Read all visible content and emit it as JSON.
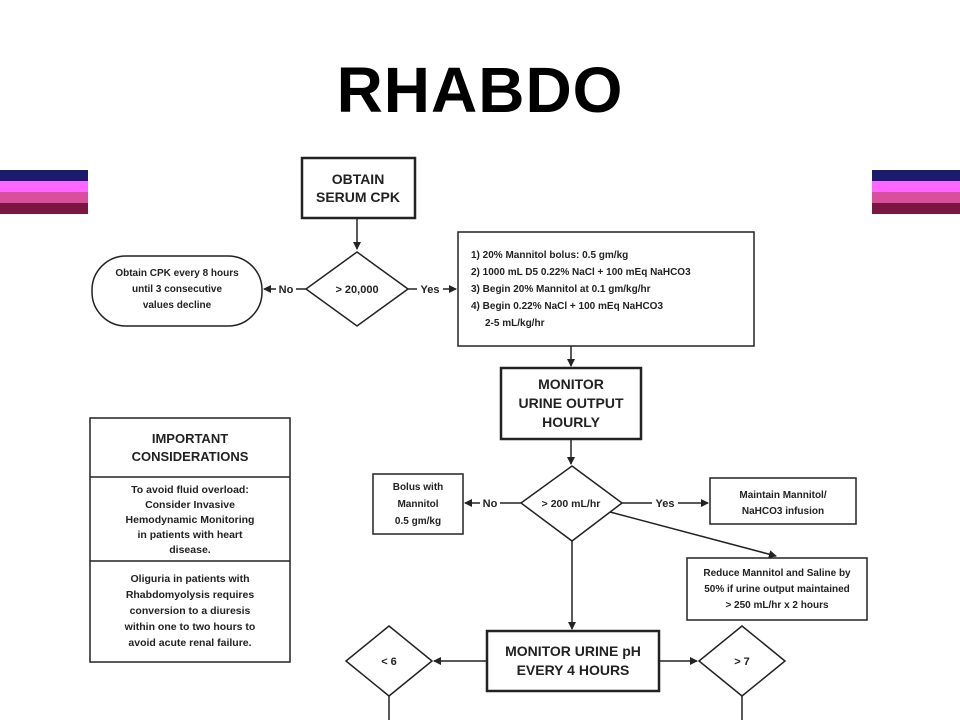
{
  "title": "RHABDO",
  "colors": {
    "stripe1": "#1b1b6e",
    "stripe2": "#ff66ff",
    "stripe3": "#d94f9e",
    "stripe4": "#7a1740"
  },
  "nodes": {
    "obtain_cpk": [
      "OBTAIN",
      "SERUM CPK"
    ],
    "cpk_decision": "> 20,000",
    "repeat_cpk": [
      "Obtain CPK every 8 hours",
      "until 3 consecutive",
      "values decline"
    ],
    "mannitol_steps": [
      "1) 20% Mannitol bolus: 0.5 gm/kg",
      "2) 1000 mL D5 0.22% NaCl + 100 mEq NaHCO3",
      "3) Begin 20% Mannitol at 0.1 gm/kg/hr",
      "4) Begin 0.22% NaCl + 100 mEq NaHCO3",
      "2-5 mL/kg/hr"
    ],
    "monitor_urine": [
      "MONITOR",
      "URINE OUTPUT",
      "HOURLY"
    ],
    "urine_decision": "> 200 mL/hr",
    "bolus": [
      "Bolus with",
      "Mannitol",
      "0.5 gm/kg"
    ],
    "maintain": [
      "Maintain Mannitol/",
      "NaHCO3  infusion"
    ],
    "reduce": [
      "Reduce Mannitol and Saline by",
      "50% if urine output maintained",
      "> 250 mL/hr x 2 hours"
    ],
    "considerations_header": [
      "IMPORTANT",
      "CONSIDERATIONS"
    ],
    "consideration_1": [
      "To avoid fluid overload:",
      "Consider Invasive",
      "Hemodynamic Monitoring",
      "in patients with heart",
      "disease."
    ],
    "consideration_2": [
      "Oliguria in patients with",
      "Rhabdomyolysis requires",
      "conversion to a diuresis",
      "within one to two hours to",
      "avoid acute renal failure."
    ],
    "monitor_ph": [
      "MONITOR URINE pH",
      "EVERY 4 HOURS"
    ],
    "ph_low": "< 6",
    "ph_high": "> 7"
  },
  "edge_labels": {
    "no1": "No",
    "yes1": "Yes",
    "no2": "No",
    "yes2": "Yes"
  }
}
